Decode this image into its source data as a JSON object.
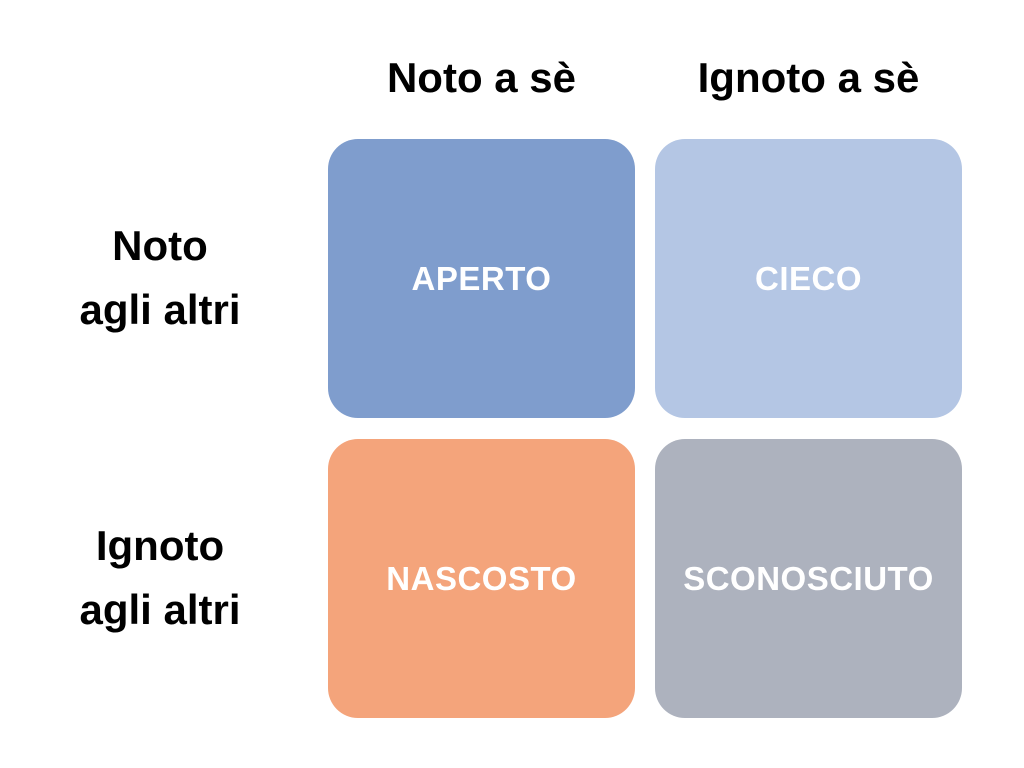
{
  "columns": [
    {
      "label": "Noto a sè"
    },
    {
      "label": "Ignoto a sè"
    }
  ],
  "rows": [
    {
      "line1": "Noto",
      "line2": "agli altri"
    },
    {
      "line1": "Ignoto",
      "line2": "agli altri"
    }
  ],
  "quadrants": {
    "open": {
      "label": "APERTO",
      "color": "#7f9dcd"
    },
    "blind": {
      "label": "CIECO",
      "color": "#b4c6e4"
    },
    "hidden": {
      "label": "NASCOSTO",
      "color": "#f4a47b"
    },
    "unknown": {
      "label": "SCONOSCIUTO",
      "color": "#adb2be"
    }
  }
}
